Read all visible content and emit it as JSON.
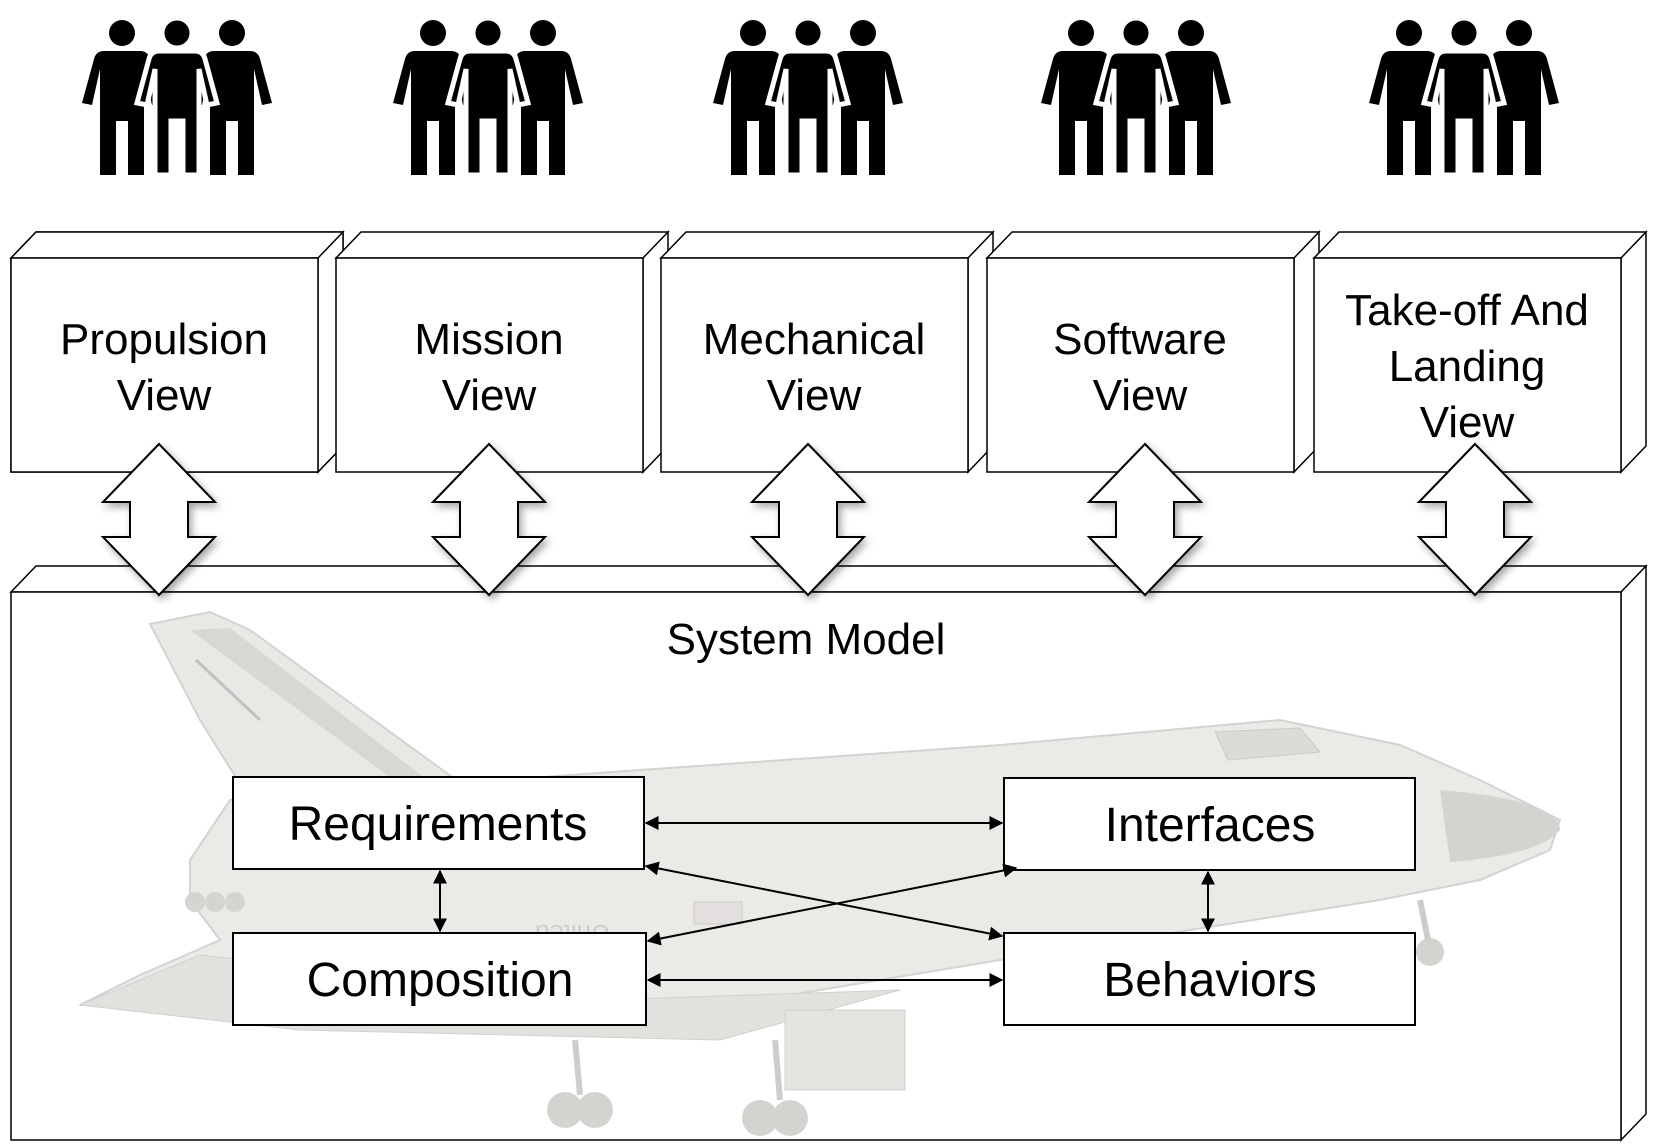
{
  "views": [
    {
      "lines": [
        "Propulsion",
        "View"
      ]
    },
    {
      "lines": [
        "Mission",
        "View"
      ]
    },
    {
      "lines": [
        "Mechanical",
        "View"
      ]
    },
    {
      "lines": [
        "Software",
        "View"
      ]
    },
    {
      "lines": [
        "Take-off And",
        "Landing",
        "View"
      ]
    }
  ],
  "system_model": {
    "title": "System Model",
    "background_picture": "space-shuttle-photo",
    "shuttle_marking": "United"
  },
  "elements": {
    "requirements": "Requirements",
    "interfaces": "Interfaces",
    "composition": "Composition",
    "behaviors": "Behaviors"
  },
  "stakeholder_icon": "people-group-icon",
  "colors": {
    "stroke": "#000000",
    "fill": "#ffffff",
    "shadow": "#999999",
    "shuttle": "#dcdcdc"
  }
}
